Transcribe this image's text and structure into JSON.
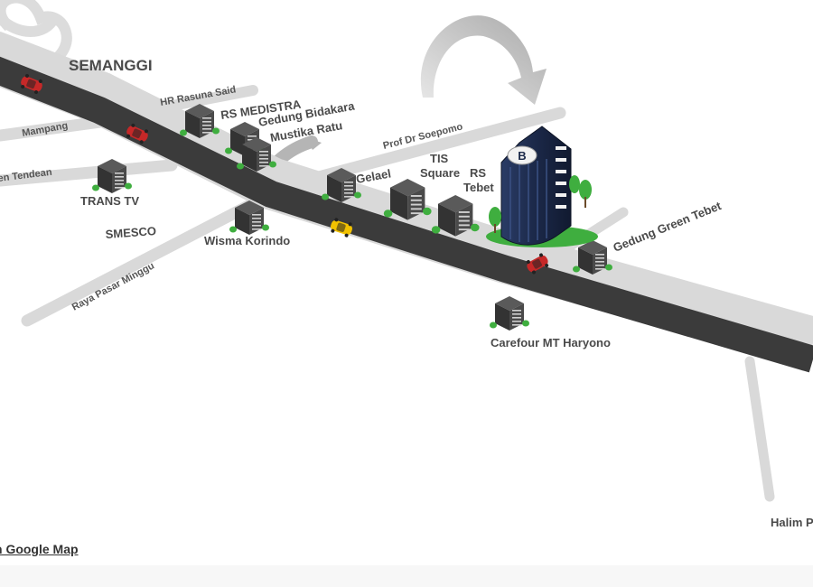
{
  "map": {
    "districts": {
      "semanggi": "SEMANGGI"
    },
    "streets": {
      "hr_rasuna_said": "HR Rasuna Said",
      "mampang": "Mampang",
      "tendean": "en Tendean",
      "prof_dr_soepomo": "Prof Dr Soepomo",
      "raya_pasar_minggu": "Raya Pasar Minggu"
    },
    "places": {
      "rs_medistra": "RS MEDISTRA",
      "gedung_bidakara": "Gedung Bidakara",
      "mustika_ratu": "Mustika Ratu",
      "trans_tv": "TRANS TV",
      "smesco": "SMESCO",
      "wisma_korindo": "Wisma Korindo",
      "gelael": "Gelael",
      "tis_square_1": "TIS",
      "tis_square_2": "Square",
      "rs_tebet_1": "RS",
      "rs_tebet_2": "Tebet",
      "gedung_green_tebet": "Gedung Green Tebet",
      "carefour_mt_haryono": "Carefour MT Haryono",
      "halim": "Halim P"
    },
    "highlighted_building_letter": "B"
  },
  "link": {
    "google_map": "n Google Map"
  },
  "colors": {
    "road": "#3b3b3b",
    "side_road": "#d9d9d9",
    "building": "#3d3d3d",
    "tower": "#1c2a4a",
    "car_red": "#c62828",
    "car_yellow": "#f2c200",
    "tree": "#3fae3f",
    "arrow": "#bdbdbd"
  }
}
